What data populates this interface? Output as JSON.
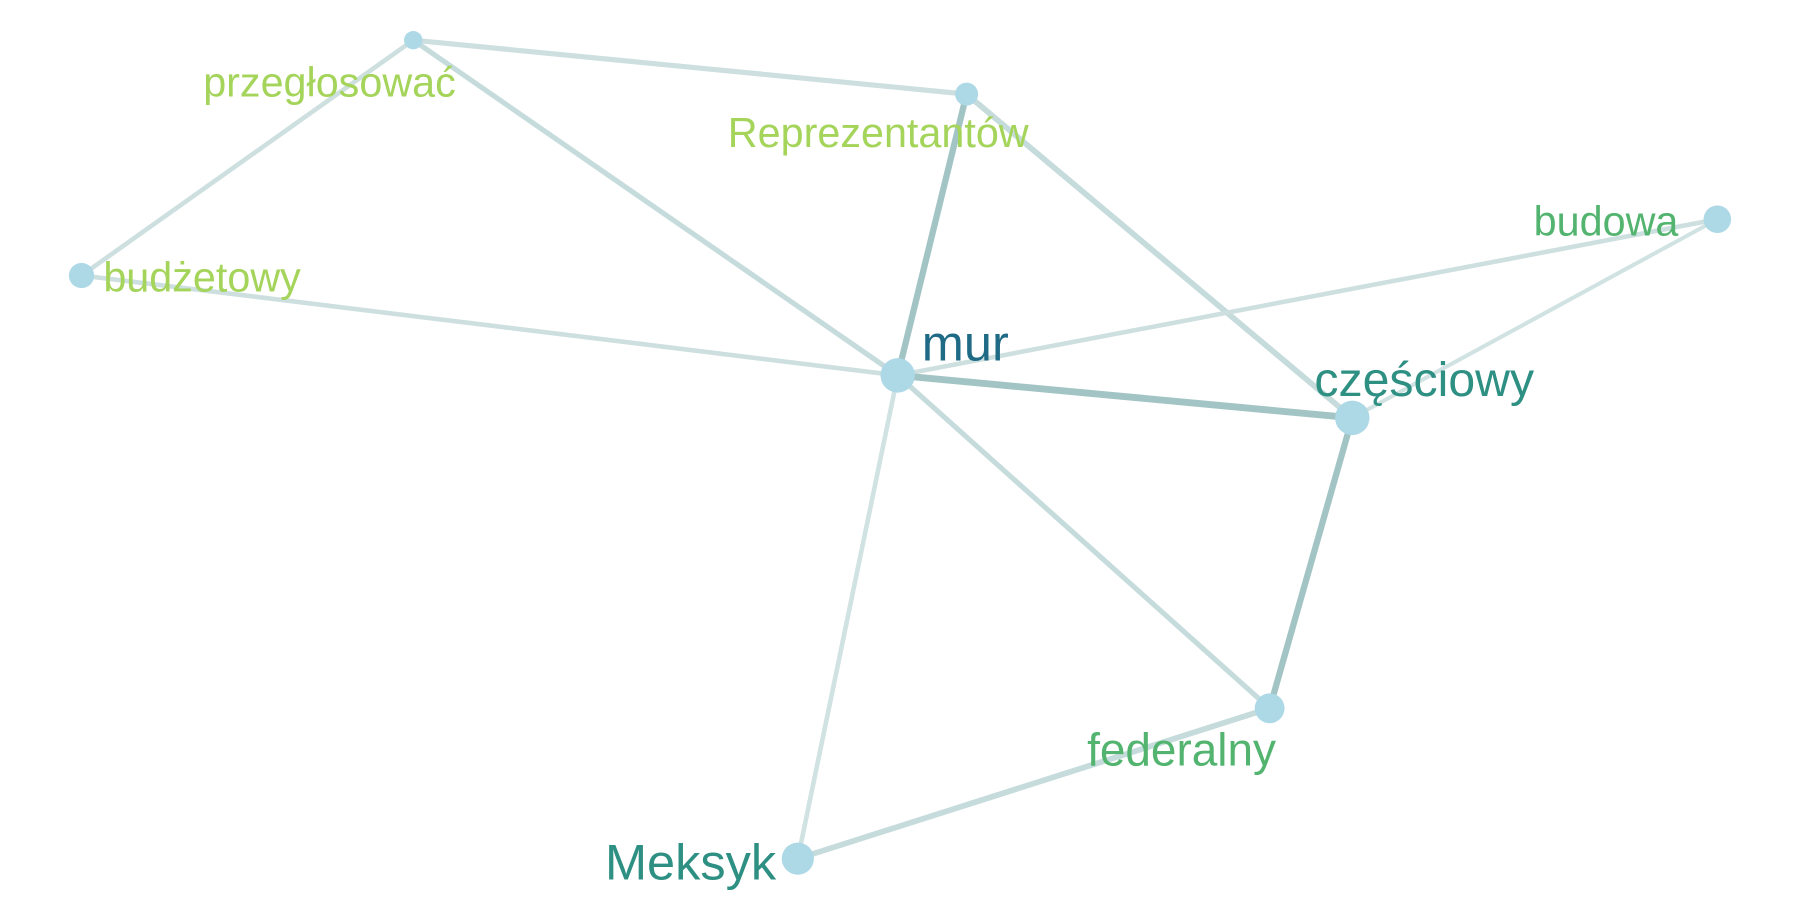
{
  "network": {
    "nodes": [
      {
        "id": "mur",
        "label": "mur",
        "label_color": "#1f6b85"
      },
      {
        "id": "czesciowy",
        "label": "częściowy",
        "label_color": "#2e8f83"
      },
      {
        "id": "meksyk",
        "label": "Meksyk",
        "label_color": "#2e8f83"
      },
      {
        "id": "federalny",
        "label": "federalny",
        "label_color": "#52b46f"
      },
      {
        "id": "budowa",
        "label": "budowa",
        "label_color": "#52b46f"
      },
      {
        "id": "budzetowy",
        "label": "budżetowy",
        "label_color": "#a4d45a"
      },
      {
        "id": "przeglosowac",
        "label": "przegłosować",
        "label_color": "#a4d45a"
      },
      {
        "id": "reprezentantow",
        "label": "Reprezentantów",
        "label_color": "#a4d45a"
      }
    ],
    "edges": [
      {
        "source": "przeglosowac",
        "target": "reprezentantow"
      },
      {
        "source": "przeglosowac",
        "target": "budzetowy"
      },
      {
        "source": "przeglosowac",
        "target": "mur"
      },
      {
        "source": "reprezentantow",
        "target": "mur"
      },
      {
        "source": "reprezentantow",
        "target": "czesciowy"
      },
      {
        "source": "budzetowy",
        "target": "mur"
      },
      {
        "source": "mur",
        "target": "budowa"
      },
      {
        "source": "mur",
        "target": "czesciowy"
      },
      {
        "source": "mur",
        "target": "federalny"
      },
      {
        "source": "mur",
        "target": "meksyk"
      },
      {
        "source": "czesciowy",
        "target": "budowa"
      },
      {
        "source": "czesciowy",
        "target": "federalny"
      },
      {
        "source": "federalny",
        "target": "meksyk"
      }
    ],
    "node_color": "#add8e6"
  }
}
